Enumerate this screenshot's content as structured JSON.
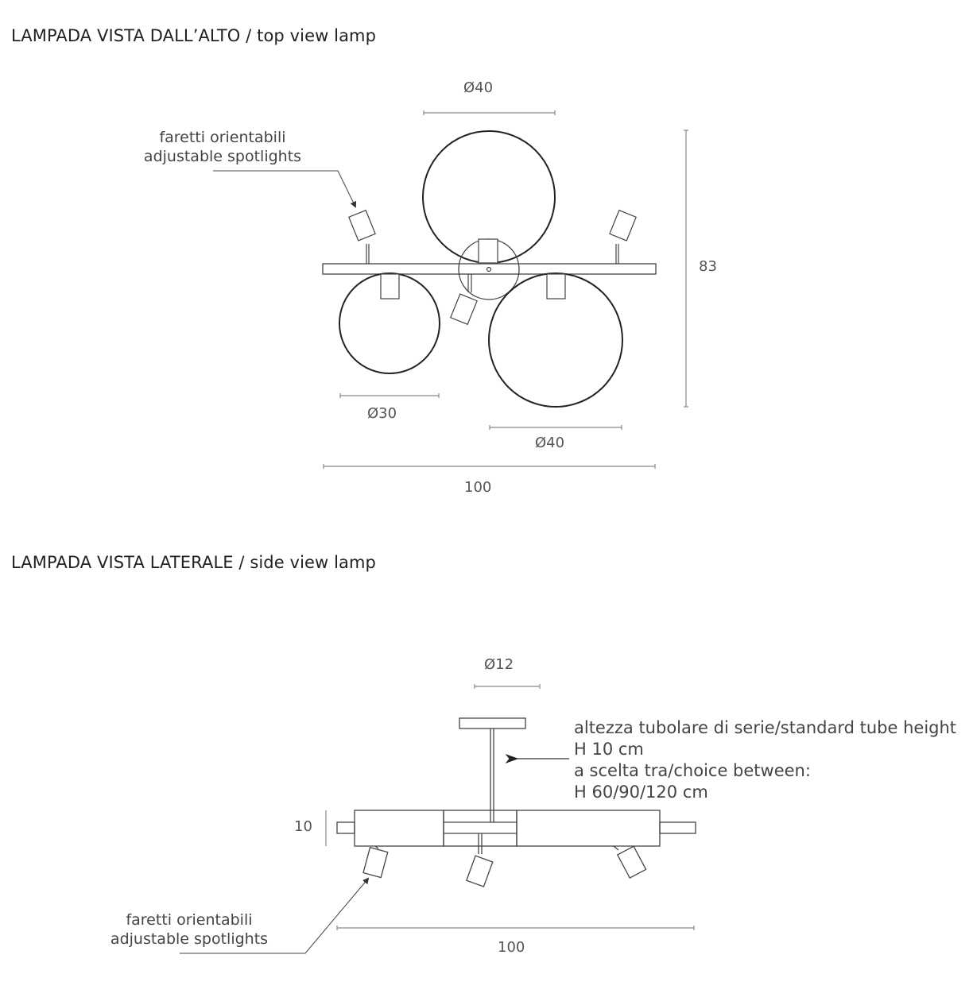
{
  "top_view": {
    "title": "LAMPADA VISTA DALL’ALTO / top view lamp",
    "spotlight_note": {
      "line1": "faretti orientabili",
      "line2": "adjustable spotlights"
    },
    "dimensions": {
      "top_globe_diameter": "Ø40",
      "left_globe_diameter": "Ø30",
      "right_globe_diameter": "Ø40",
      "total_width": "100",
      "total_depth": "83"
    }
  },
  "side_view": {
    "title": "LAMPADA VISTA LATERALE / side view lamp",
    "spotlight_note": {
      "line1": "faretti orientabili",
      "line2": "adjustable spotlights"
    },
    "tube_note": {
      "line1": "altezza tubolare di serie/standard tube height",
      "line2": "H 10 cm",
      "line3": "a scelta tra/choice between:",
      "line4": "H 60/90/120 cm"
    },
    "dimensions": {
      "canopy_diameter": "Ø12",
      "body_height": "10",
      "total_width": "100"
    }
  },
  "colors": {
    "line": "#222222",
    "dimension_line": "#888888",
    "text": "#444444"
  }
}
